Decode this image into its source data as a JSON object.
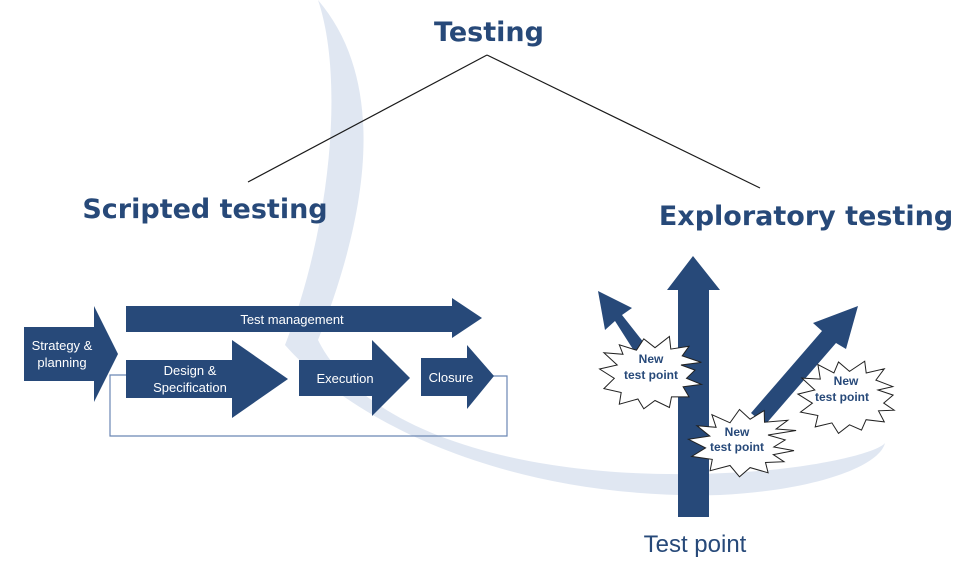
{
  "title": "Testing",
  "scripted": {
    "heading": "Scripted testing",
    "test_management": "Test management",
    "strategy_line1": "Strategy &",
    "strategy_line2": "planning",
    "design_line1": "Design  &",
    "design_line2": "Specification",
    "execution": "Execution",
    "closure": "Closure"
  },
  "exploratory": {
    "heading": "Exploratory testing",
    "bursts": [
      {
        "line1": "New",
        "line2": "test point"
      },
      {
        "line1": "New",
        "line2": "test point"
      },
      {
        "line1": "New",
        "line2": "test point"
      }
    ],
    "origin_label": "Test point"
  },
  "colors": {
    "primary": "#274979",
    "swoosh": "#dde4f1",
    "line": "#1a1a1a"
  }
}
